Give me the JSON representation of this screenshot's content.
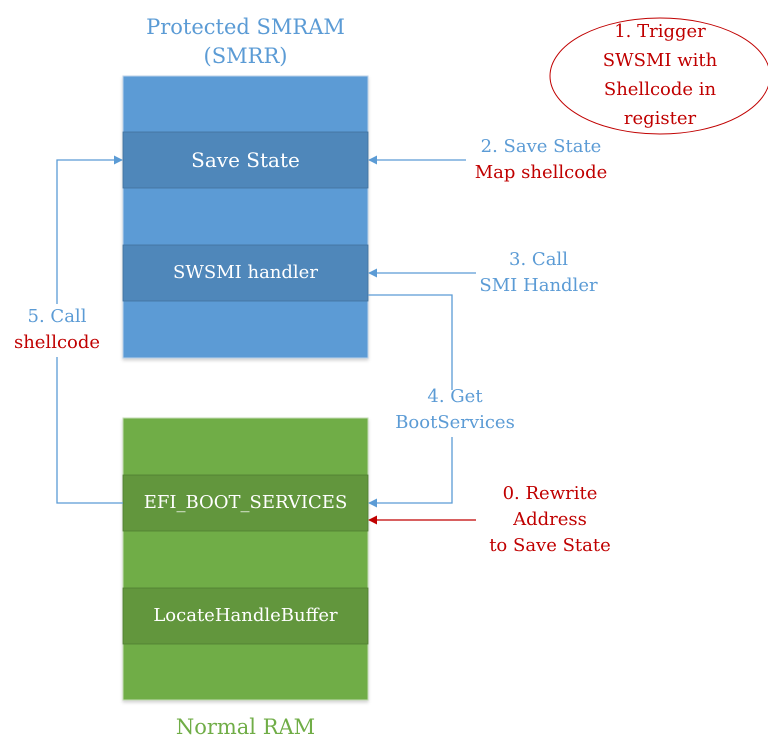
{
  "colors": {
    "smram_fill": "#5B9BD5",
    "smram_band": "#4F87BA",
    "ram_fill": "#70AD47",
    "ram_band": "#62963D",
    "blue_text": "#5B9BD5",
    "red_text": "#C00000",
    "green_text": "#70AD47"
  },
  "smram": {
    "title_line1": "Protected SMRAM",
    "title_line2": "(SMRR)",
    "bands": [
      "Save State",
      "SWSMI handler"
    ]
  },
  "normal_ram": {
    "title": "Normal RAM",
    "bands": [
      "EFI_BOOT_SERVICES",
      "LocateHandleBuffer"
    ]
  },
  "steps": {
    "step0": {
      "lines": [
        "0. Rewrite",
        "Address",
        "to Save State"
      ]
    },
    "step1": {
      "lines": [
        "1. Trigger",
        "SWSMI with",
        "Shellcode in",
        "register"
      ]
    },
    "step2": {
      "line1": "2. Save State",
      "line2": "Map shellcode"
    },
    "step3": {
      "line1": "3. Call",
      "line2": "SMI Handler"
    },
    "step4": {
      "line1": "4. Get",
      "line2": "BootServices"
    },
    "step5": {
      "line1": "5. Call",
      "line2": "shellcode"
    }
  }
}
